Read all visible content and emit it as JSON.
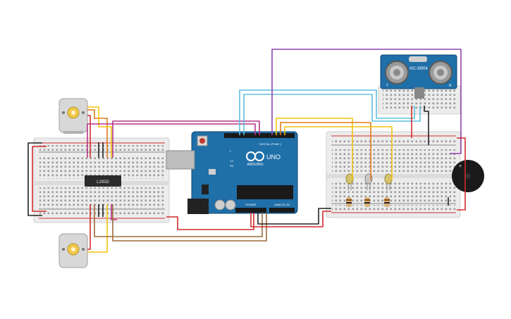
{
  "arduino": {
    "brand": "ARDUINO",
    "model": "UNO",
    "digital_label": "DIGITAL (PWM~)",
    "power_label": "POWER",
    "analog_label": "ANALOG IN",
    "tx_label": "TX",
    "rx_label": "RX",
    "l_label": "L"
  },
  "motor_driver": {
    "label": "L293D"
  },
  "sensor": {
    "label": "HC-SR04",
    "t_label": "T",
    "r_label": "R"
  },
  "buzzer": {
    "plus_label": "+"
  },
  "wire_colors": {
    "red": "#d22b2b",
    "black": "#222222",
    "orange": "#e07b16",
    "yellow": "#f2c40f",
    "magenta": "#b5338a",
    "purple": "#8e44ad",
    "cyan": "#5bc0de",
    "brown": "#9b6b3a"
  },
  "board_color": "#1f6fa8"
}
